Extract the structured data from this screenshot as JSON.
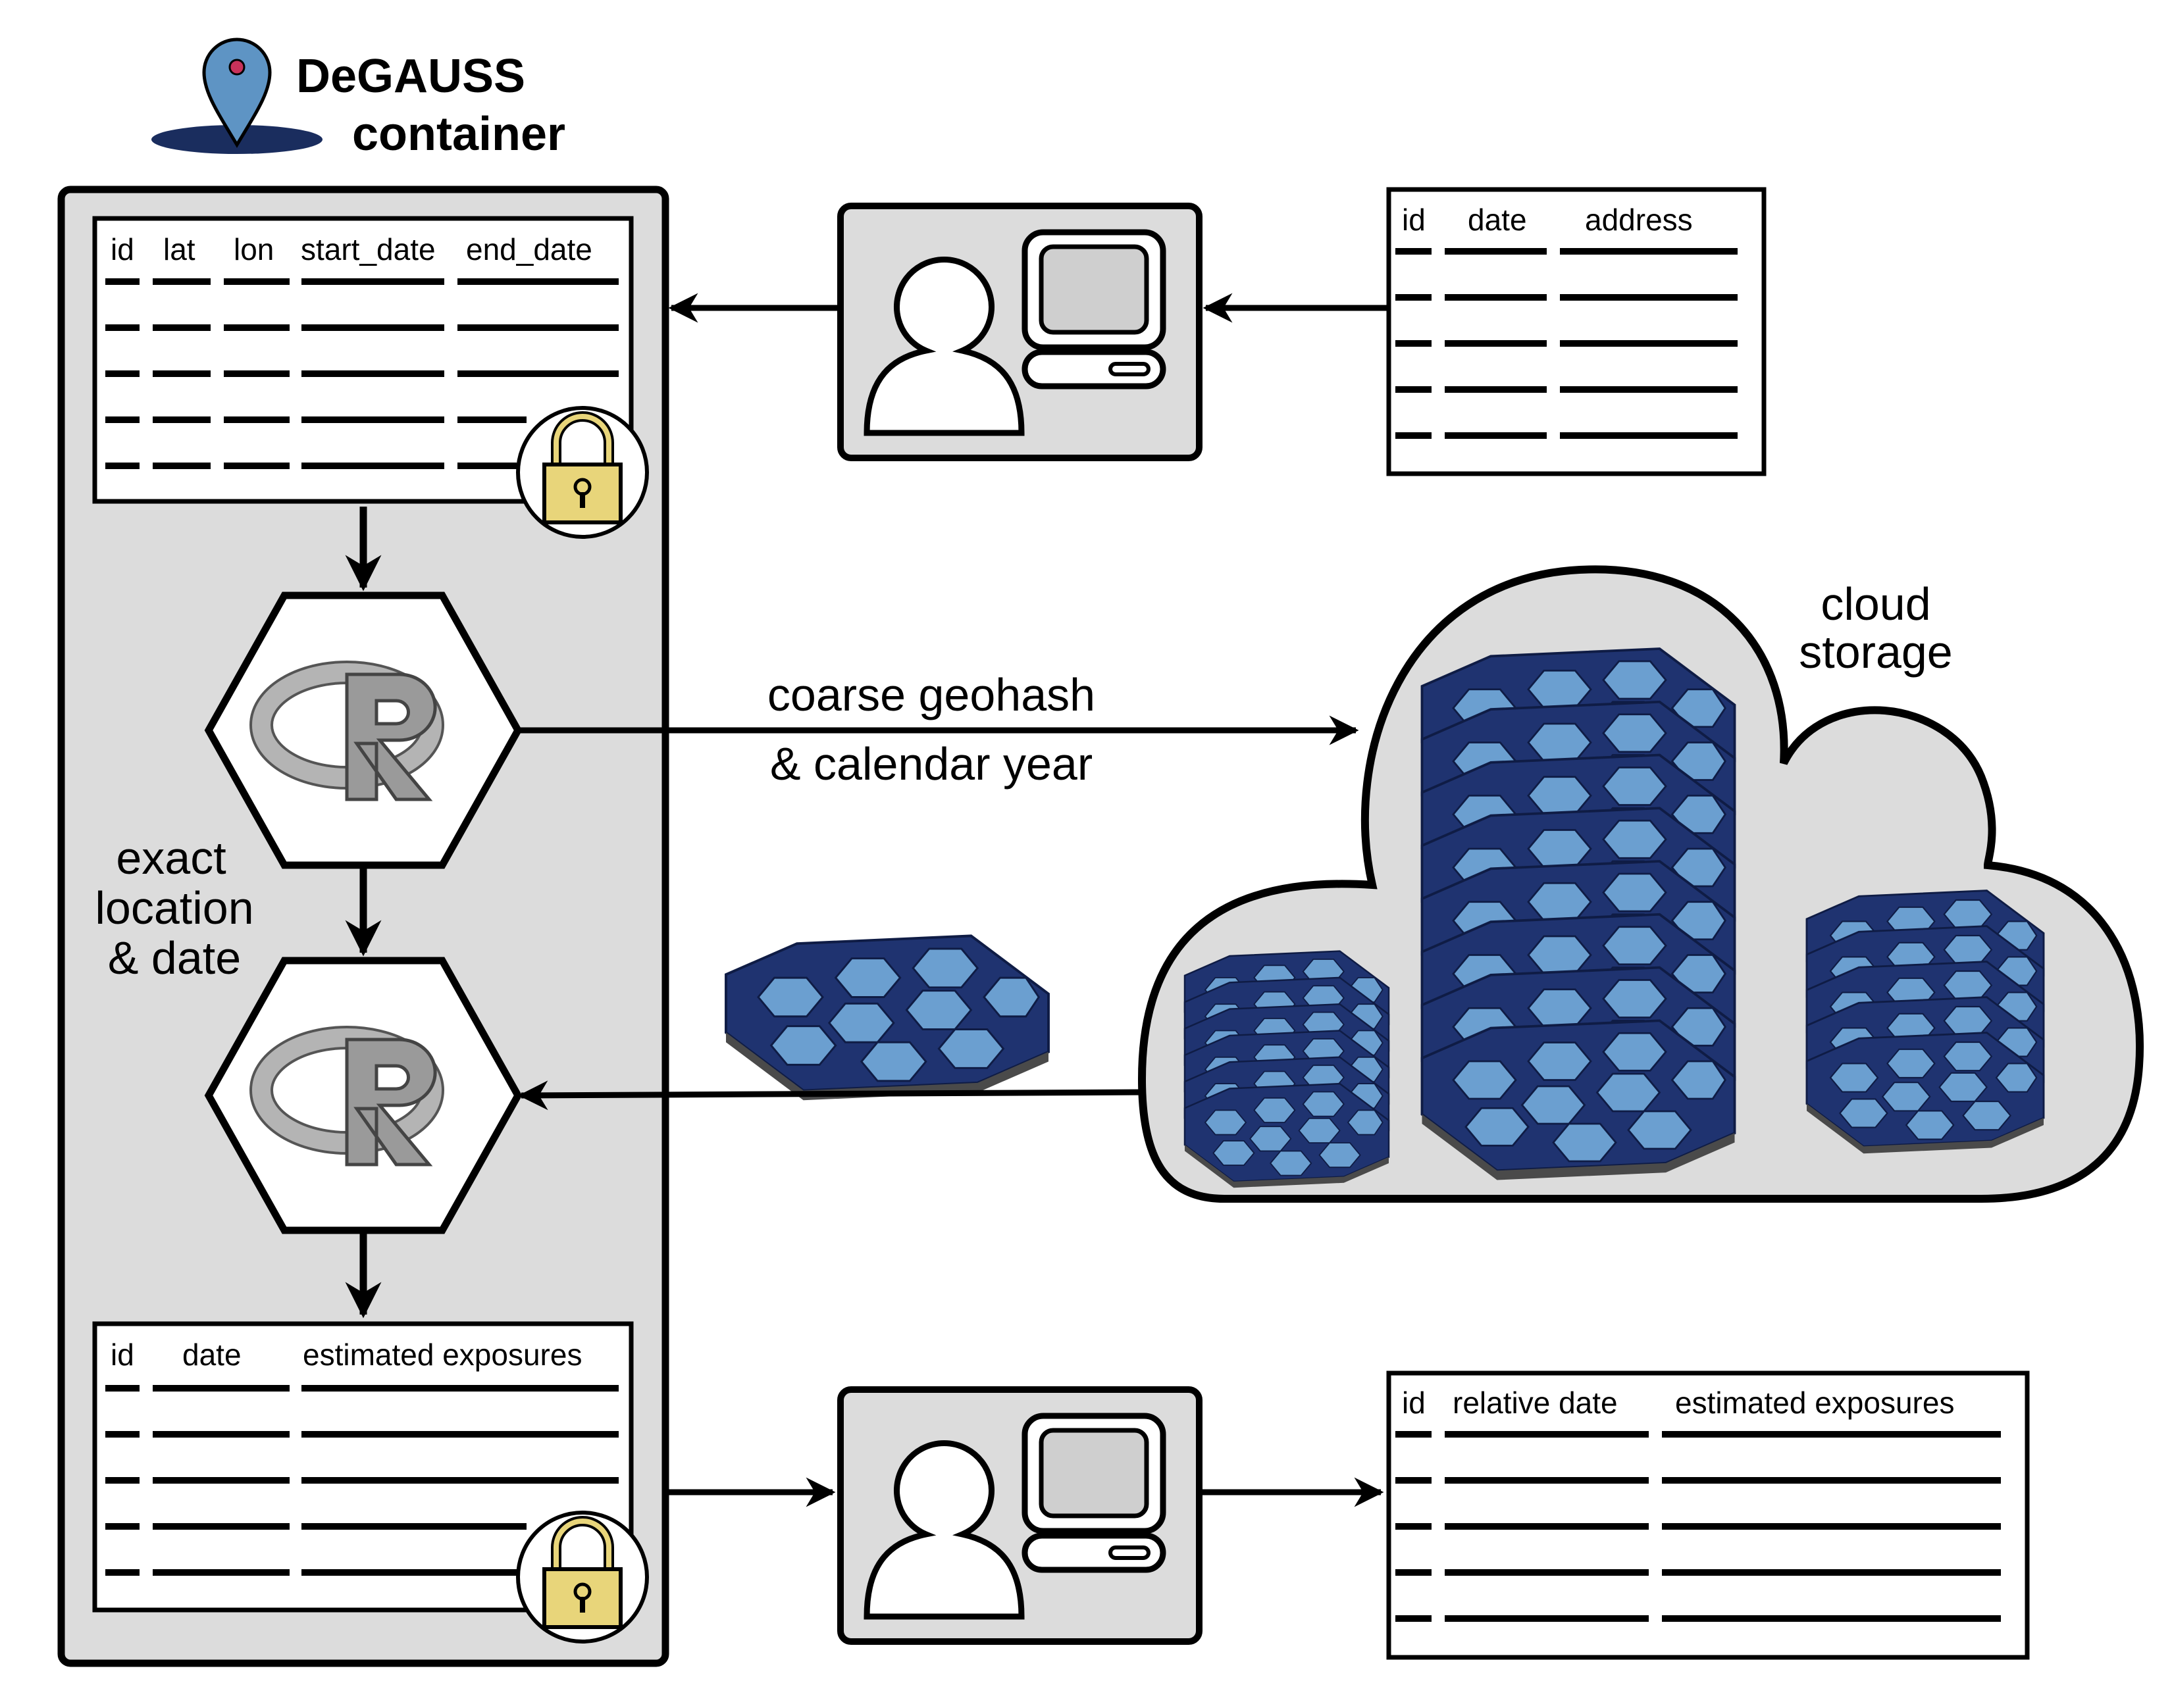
{
  "container": {
    "title_line1": "DeGAUSS",
    "title_line2": "container"
  },
  "input_table": {
    "headers": [
      "id",
      "date",
      "address"
    ]
  },
  "geocoded_table": {
    "headers": [
      "id",
      "lat",
      "lon",
      "start_date",
      "end_date"
    ]
  },
  "exposure_table": {
    "headers": [
      "id",
      "date",
      "estimated exposures"
    ]
  },
  "output_table": {
    "headers": [
      "id",
      "relative date",
      "estimated exposures"
    ]
  },
  "labels": {
    "request_line1": "coarse geohash",
    "request_line2": "& calendar year",
    "exact_line1": "exact",
    "exact_line2": "location",
    "exact_line3": "& date",
    "cloud_line1": "cloud",
    "cloud_line2": "storage"
  },
  "icons": {
    "r_logo": "R",
    "location_pin": "location-pin-icon",
    "lock": "padlock-icon",
    "user": "user-computer-icon"
  },
  "colors": {
    "container_fill": "#dcdcdc",
    "tile_dark": "#1f3370",
    "tile_light": "#6b9fd0",
    "lock_fill": "#e8d57a",
    "pin_fill": "#5e94c4",
    "pin_base": "#1a2d5e"
  }
}
